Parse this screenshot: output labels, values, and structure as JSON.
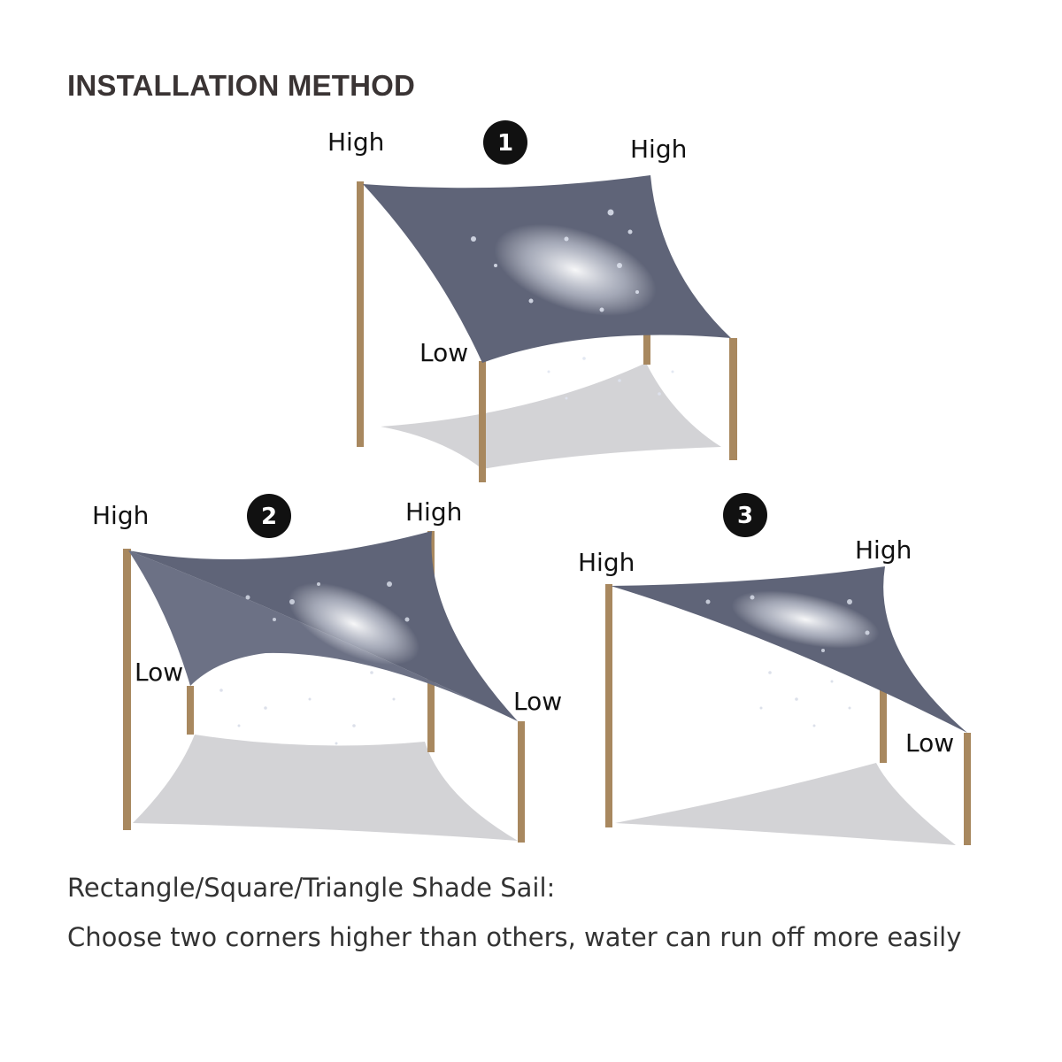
{
  "title": "INSTALLATION METHOD",
  "colors": {
    "sail": "#5f6478",
    "sail_light": "#6c7185",
    "post": "#a8885f",
    "shadow": "#d3d3d6",
    "badge": "#111111"
  },
  "diagrams": [
    {
      "number": "1",
      "labels": {
        "top_left": "High",
        "top_right": "High",
        "bottom_left": "Low"
      }
    },
    {
      "number": "2",
      "labels": {
        "top_left": "High",
        "top_right": "High",
        "middle_left": "Low",
        "right": "Low"
      }
    },
    {
      "number": "3",
      "labels": {
        "top_left": "High",
        "top_right": "High",
        "right": "Low"
      }
    }
  ],
  "caption": {
    "line1": "Rectangle/Square/Triangle Shade Sail:",
    "line2": "Choose two corners higher than others, water can run off more easily"
  }
}
